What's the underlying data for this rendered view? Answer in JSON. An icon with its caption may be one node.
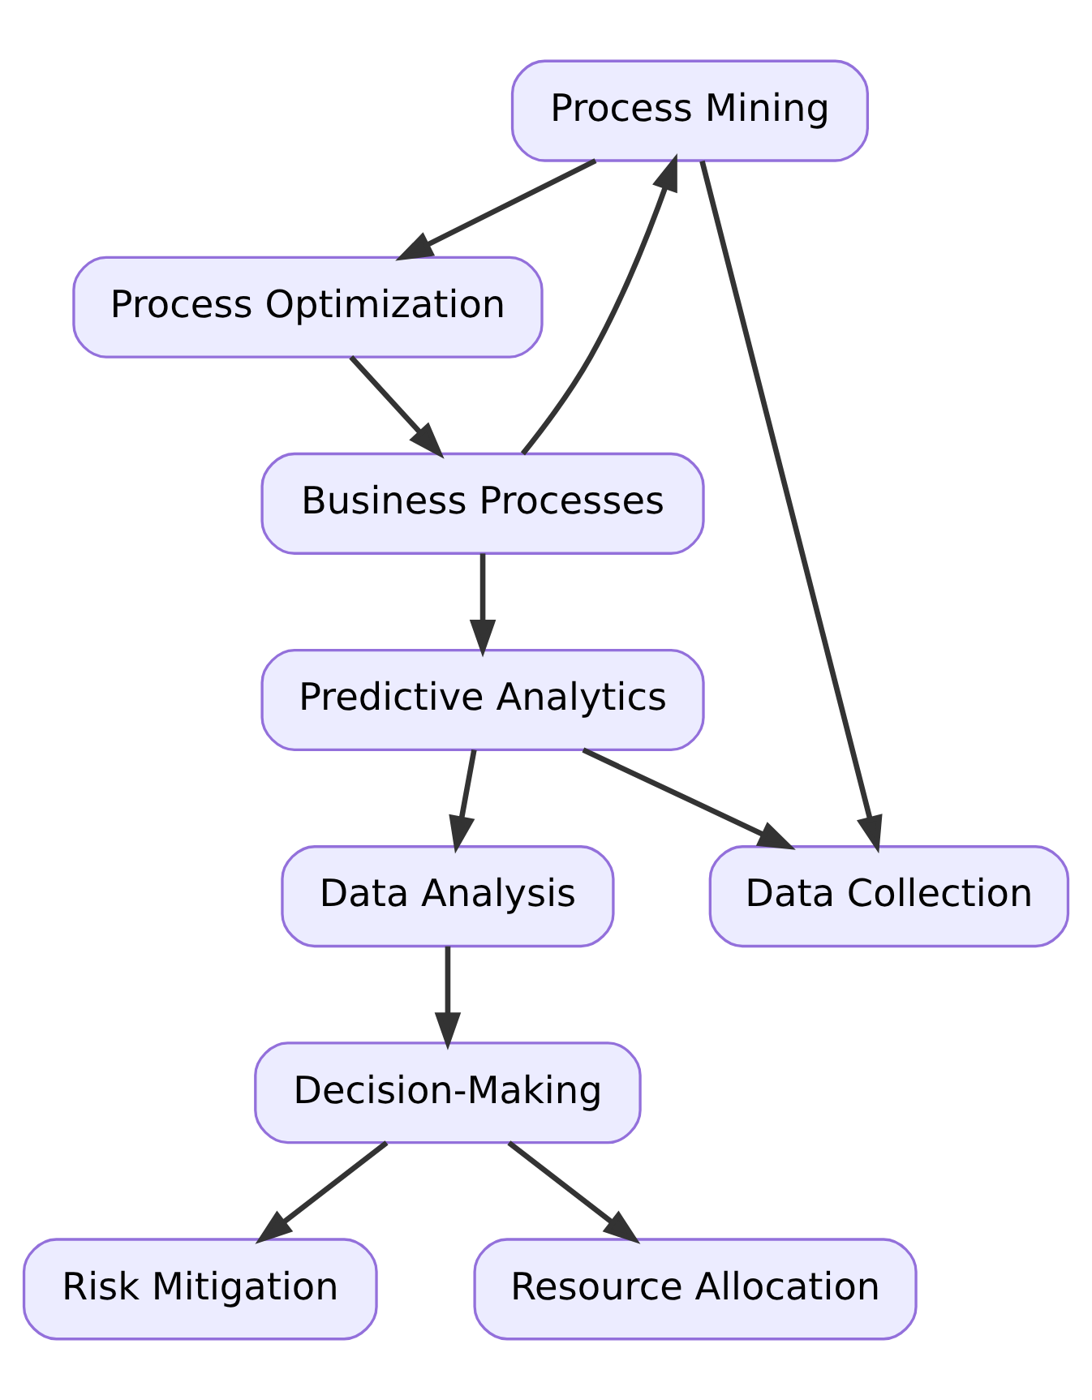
{
  "diagram": {
    "nodes": [
      {
        "text": [
          "Process Mining"
        ]
      },
      {
        "text": [
          "Process Optimization"
        ]
      },
      {
        "text": [
          "Business Processes"
        ]
      },
      {
        "text": [
          "Predictive Analytics"
        ]
      },
      {
        "text": [
          "Data Collection"
        ]
      },
      {
        "text": [
          "Data Analysis"
        ]
      },
      {
        "text": [
          "Decision-Making"
        ]
      },
      {
        "text": [
          "Risk Mitigation"
        ]
      },
      {
        "text": [
          "Resource Allocation"
        ]
      }
    ],
    "edges": [
      {
        "from": 0,
        "to": 1,
        "arrow": "to"
      },
      {
        "from": 1,
        "to": 2,
        "arrow": "to"
      },
      {
        "from": 2,
        "to": 0,
        "arrow": "to"
      },
      {
        "from": 0,
        "to": 4,
        "arrow": "to"
      },
      {
        "from": 2,
        "to": 3,
        "arrow": "to"
      },
      {
        "from": 3,
        "to": 4,
        "arrow": "to"
      },
      {
        "from": 3,
        "to": 5,
        "arrow": "to"
      },
      {
        "from": 5,
        "to": 6,
        "arrow": "to"
      },
      {
        "from": 6,
        "to": 7,
        "arrow": "to"
      },
      {
        "from": 6,
        "to": 8,
        "arrow": "to"
      }
    ]
  }
}
